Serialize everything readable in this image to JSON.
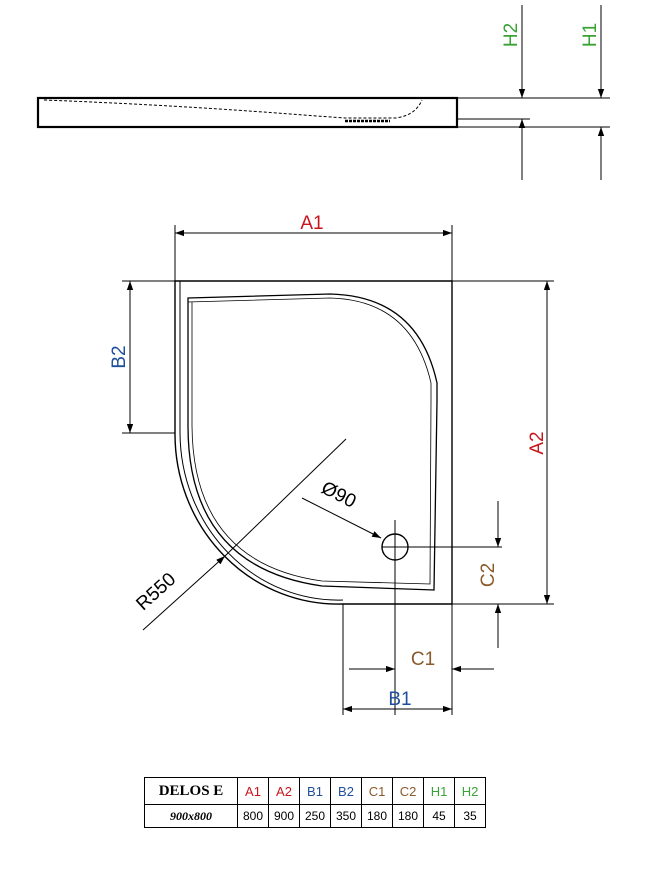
{
  "labels": {
    "h1": "H1",
    "h2": "H2",
    "a1": "A1",
    "a2": "A2",
    "b1": "B1",
    "b2": "B2",
    "c1": "C1",
    "c2": "C2",
    "radius": "R550",
    "drain": "Ø90"
  },
  "colors": {
    "line": "#000000",
    "a": "#c8161d",
    "b": "#1f4e9c",
    "c": "#8a5a2b",
    "h": "#3aa335"
  },
  "table": {
    "model": "DELOS E",
    "size": "900x800",
    "columns": [
      {
        "key": "A1",
        "value": "800",
        "color": "#c8161d"
      },
      {
        "key": "A2",
        "value": "900",
        "color": "#c8161d"
      },
      {
        "key": "B1",
        "value": "250",
        "color": "#1f4e9c"
      },
      {
        "key": "B2",
        "value": "350",
        "color": "#1f4e9c"
      },
      {
        "key": "C1",
        "value": "180",
        "color": "#8a5a2b"
      },
      {
        "key": "C2",
        "value": "180",
        "color": "#8a5a2b"
      },
      {
        "key": "H1",
        "value": "45",
        "color": "#3aa335"
      },
      {
        "key": "H2",
        "value": "35",
        "color": "#3aa335"
      }
    ]
  }
}
